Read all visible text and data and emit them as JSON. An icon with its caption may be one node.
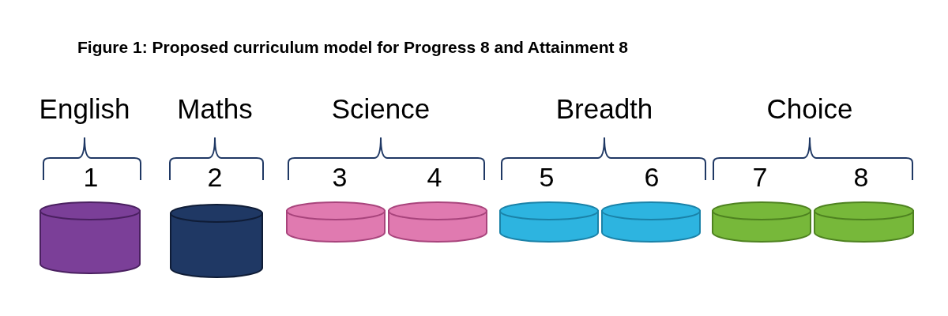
{
  "diagram": {
    "title": "Figure 1: Proposed curriculum model for Progress 8 and Attainment 8",
    "nodes": [
      {
        "text": [],
        "shape": "cylinder",
        "beside": [
          "1"
        ]
      },
      {
        "text": [],
        "shape": "cylinder",
        "beside": [
          "2"
        ]
      },
      {
        "text": [],
        "shape": "cylinder",
        "beside": [
          "3"
        ]
      },
      {
        "text": [],
        "shape": "cylinder",
        "beside": [
          "4"
        ]
      },
      {
        "text": [],
        "shape": "cylinder",
        "beside": [
          "5"
        ]
      },
      {
        "text": [],
        "shape": "cylinder",
        "beside": [
          "6"
        ]
      },
      {
        "text": [],
        "shape": "cylinder",
        "beside": [
          "7"
        ]
      },
      {
        "text": [],
        "shape": "cylinder",
        "beside": [
          "8"
        ]
      }
    ],
    "edges": [],
    "labels": [
      "English",
      "Maths",
      "Science",
      "Breadth",
      "Choice"
    ]
  }
}
